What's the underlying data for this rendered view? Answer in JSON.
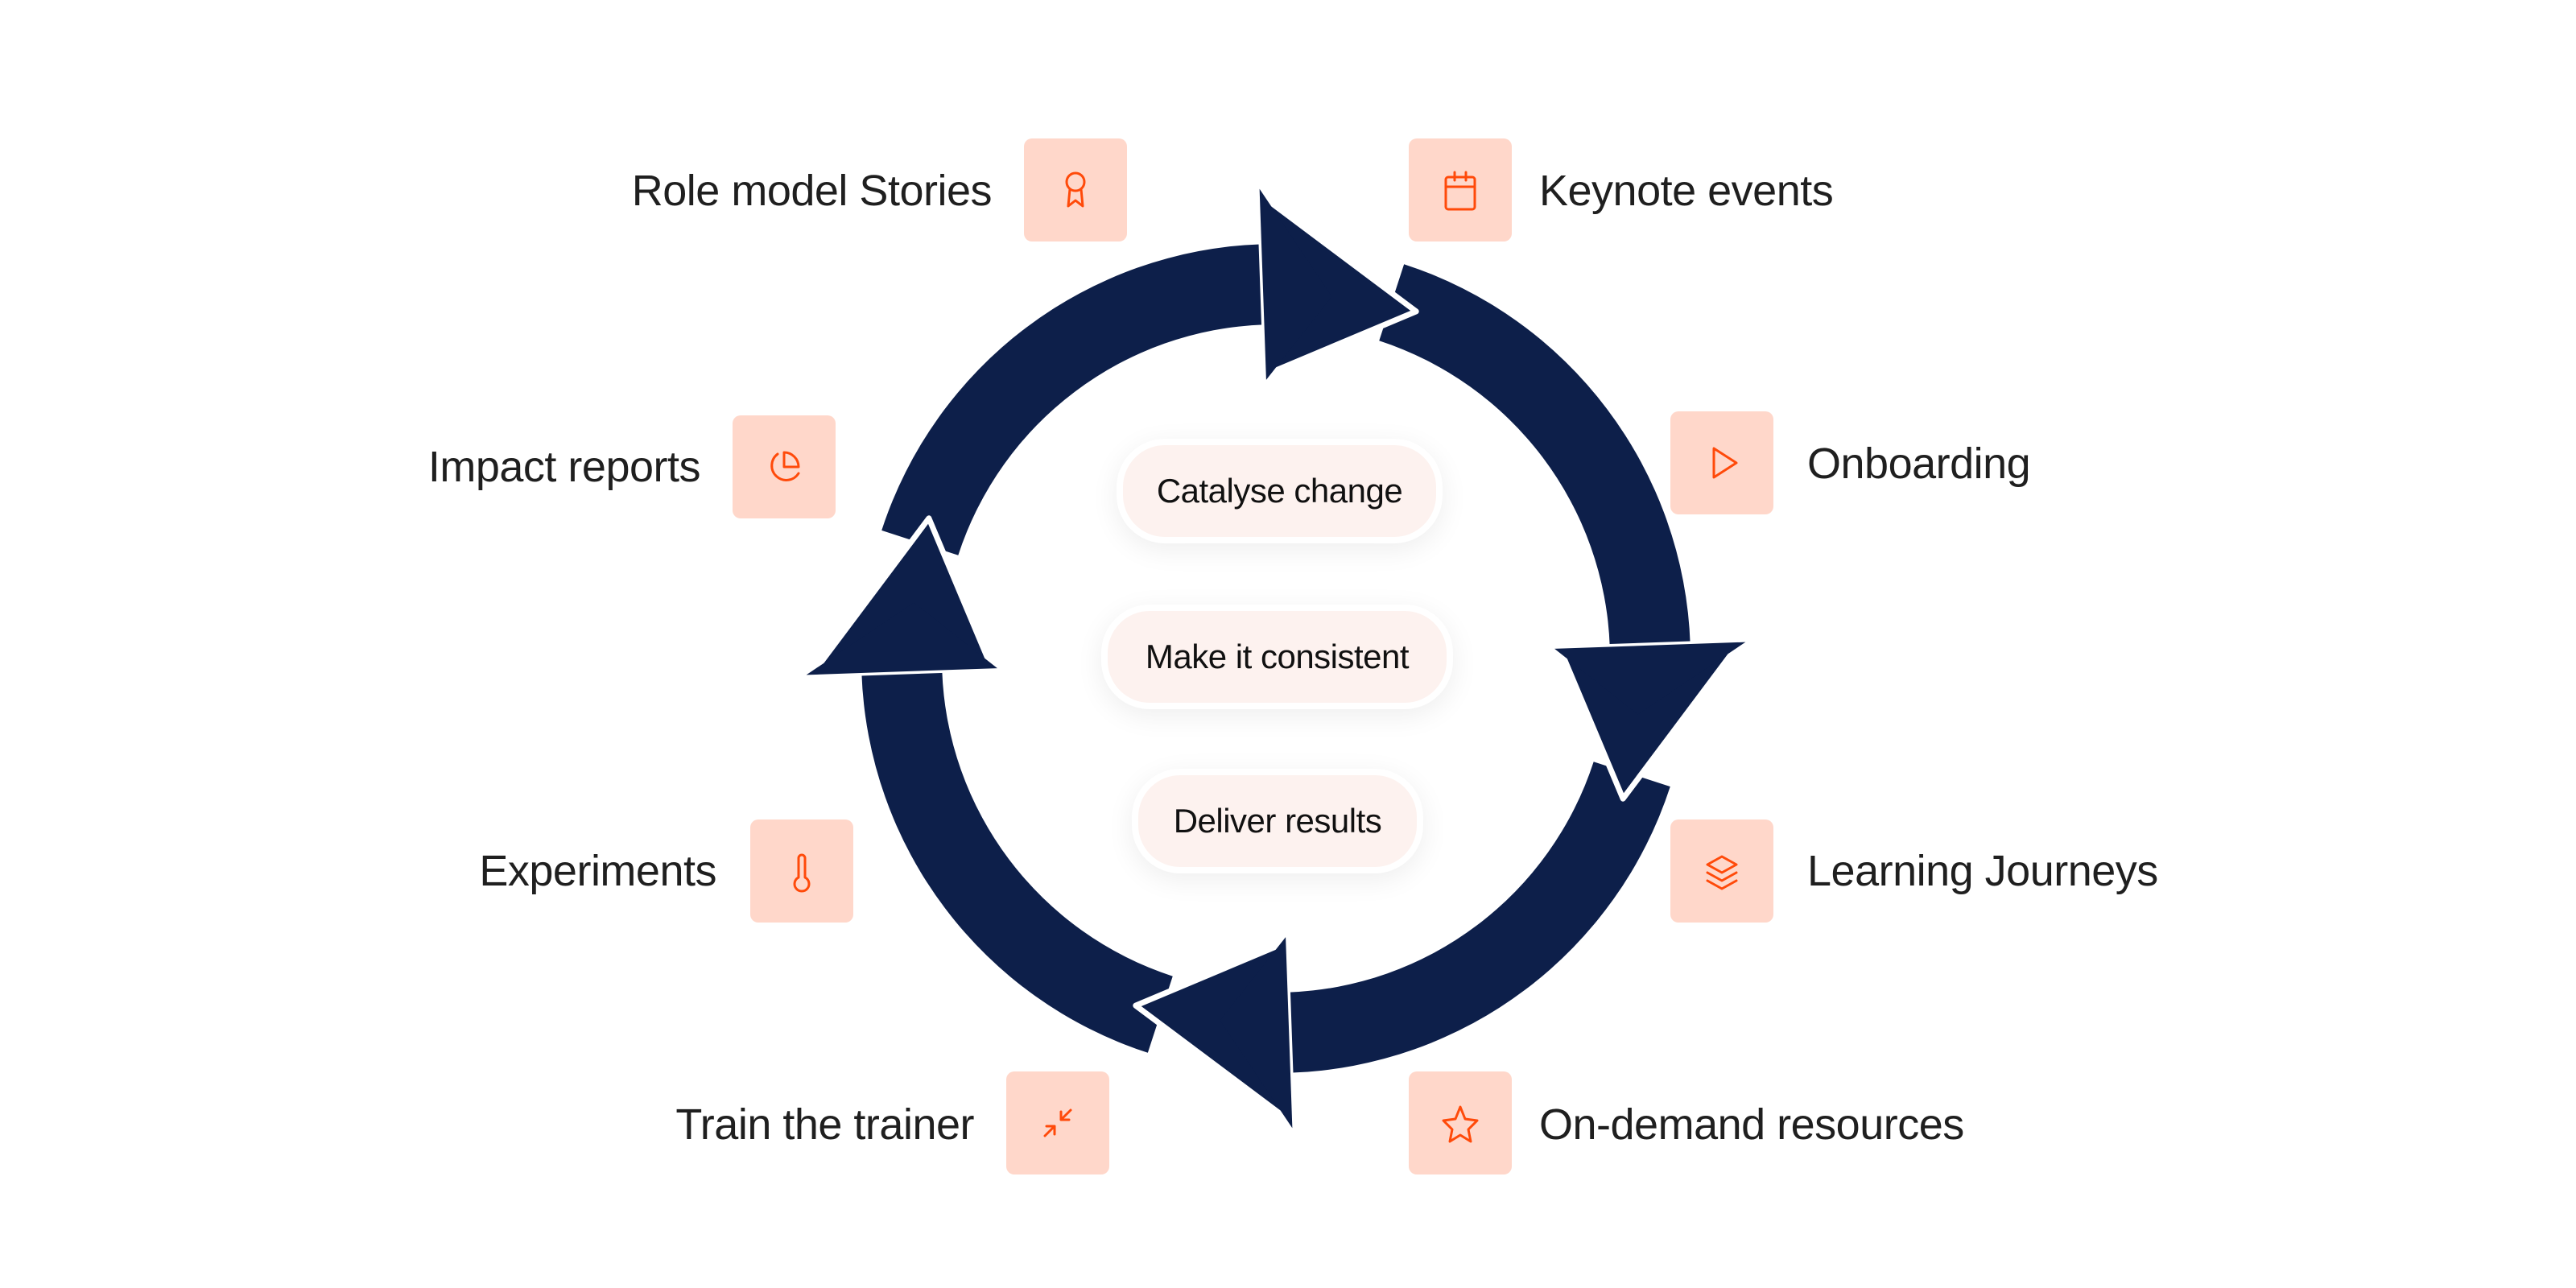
{
  "diagram": {
    "type": "cycle",
    "direction": "clockwise",
    "colors": {
      "arrow": "#0D1F4A",
      "icon_stroke": "#FF4A0A",
      "icon_bg": "#FFD7CA",
      "pill_bg": "#FDF2EF"
    },
    "center_pills": [
      {
        "label": "Catalyse change"
      },
      {
        "label": "Make it consistent"
      },
      {
        "label": "Deliver results"
      }
    ],
    "items": [
      {
        "label": "Role model Stories",
        "icon": "award-ribbon-icon"
      },
      {
        "label": "Keynote events",
        "icon": "calendar-icon"
      },
      {
        "label": "Onboarding",
        "icon": "play-icon"
      },
      {
        "label": "Learning Journeys",
        "icon": "layers-icon"
      },
      {
        "label": "On-demand resources",
        "icon": "star-icon"
      },
      {
        "label": "Train the trainer",
        "icon": "minimize-arrows-icon"
      },
      {
        "label": "Experiments",
        "icon": "thermometer-icon"
      },
      {
        "label": "Impact reports",
        "icon": "pie-chart-icon"
      }
    ]
  }
}
